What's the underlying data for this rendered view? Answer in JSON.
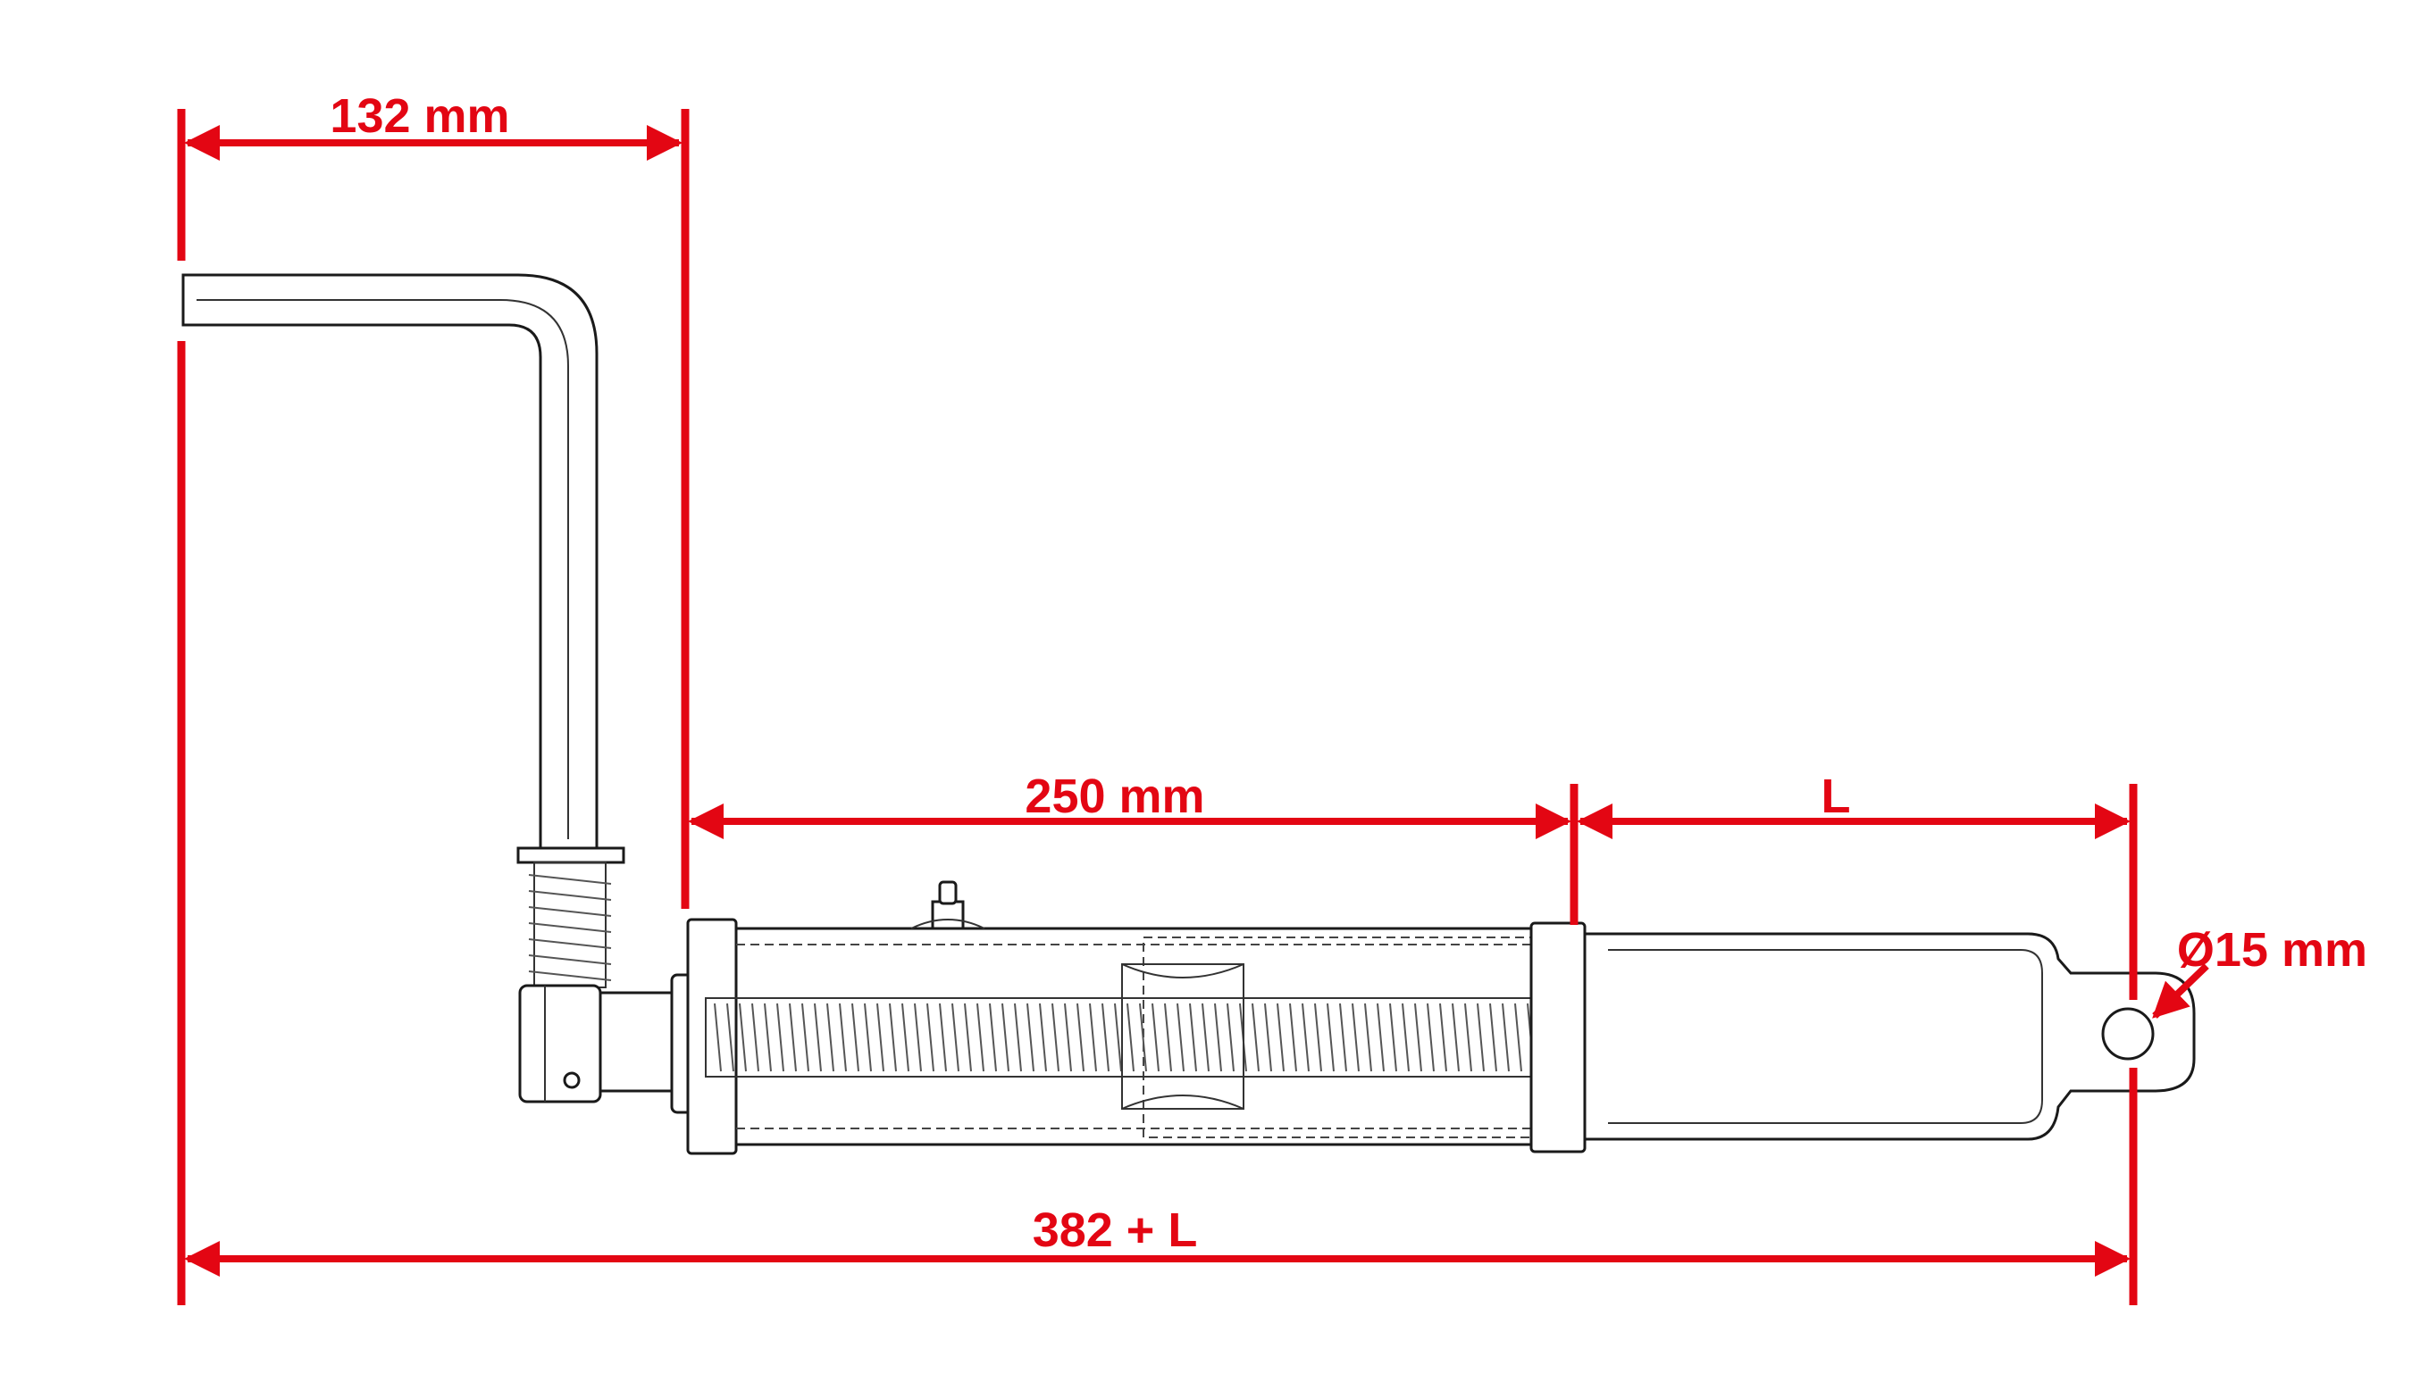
{
  "dimensions": {
    "crank_width": "132 mm",
    "tube_length": "250 mm",
    "extension": "L",
    "eye_diameter": "Ø15 mm",
    "total_length": "382 + L"
  },
  "colors": {
    "dimension": "#e30613",
    "outline": "#1a1a1a"
  }
}
